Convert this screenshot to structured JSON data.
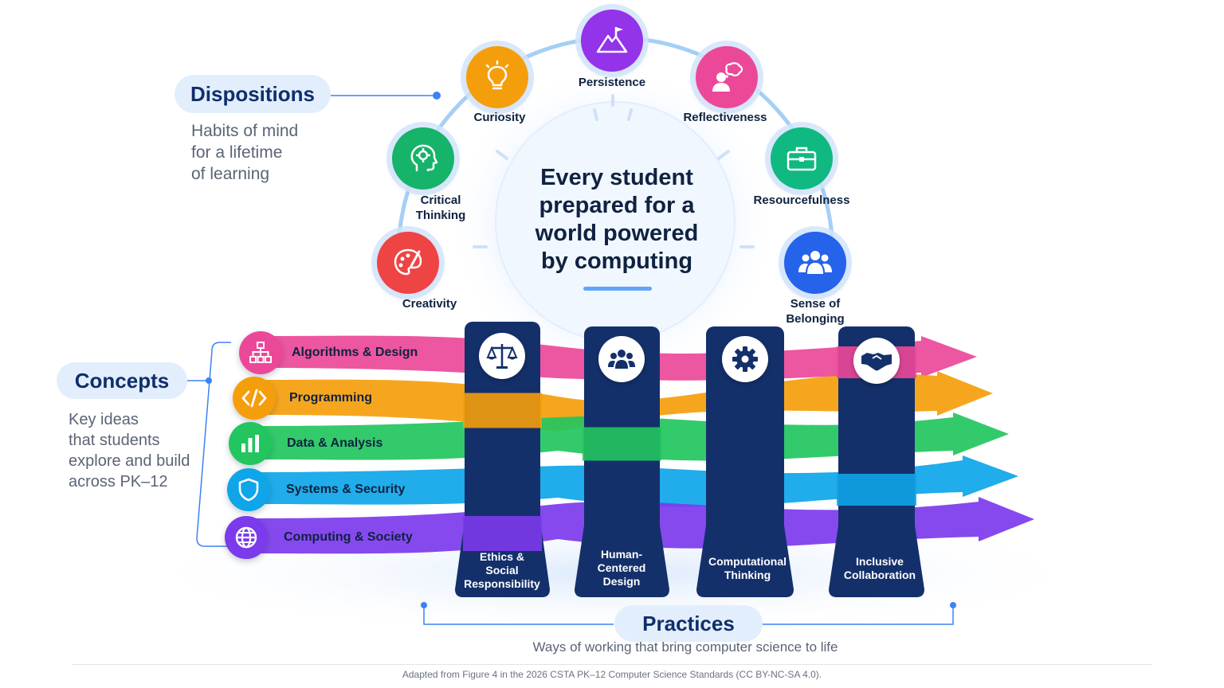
{
  "center_text": "Every student\nprepared for a\nworld powered\nby computing",
  "dispositions": {
    "title": "Dispositions",
    "description": "Habits of mind\nfor a lifetime\nof learning",
    "items": [
      {
        "label": "Creativity",
        "icon": "palette-brush-icon",
        "color": "#ef4444"
      },
      {
        "label": "Critical\nThinking",
        "icon": "head-gear-icon",
        "color": "#16b36a"
      },
      {
        "label": "Curiosity",
        "icon": "lightbulb-icon",
        "color": "#f59e0b"
      },
      {
        "label": "Persistence",
        "icon": "mountain-flag-icon",
        "color": "#9333ea"
      },
      {
        "label": "Reflectiveness",
        "icon": "person-thought-icon",
        "color": "#ec4899"
      },
      {
        "label": "Resourcefulness",
        "icon": "toolbox-icon",
        "color": "#10b981"
      },
      {
        "label": "Sense of\nBelonging",
        "icon": "group-icon",
        "color": "#2563eb"
      }
    ]
  },
  "concepts": {
    "title": "Concepts",
    "description": "Key ideas\nthat students\nexplore and build\nacross PK–12",
    "items": [
      {
        "label": "Algorithms & Design",
        "icon": "flowchart-icon",
        "color": "#ec4899"
      },
      {
        "label": "Programming",
        "icon": "code-brackets-icon",
        "color": "#f59e0b"
      },
      {
        "label": "Data & Analysis",
        "icon": "bar-chart-icon",
        "color": "#22c55e"
      },
      {
        "label": "Systems & Security",
        "icon": "shield-icon",
        "color": "#0ea5e9"
      },
      {
        "label": "Computing & Society",
        "icon": "globe-icon",
        "color": "#7c3aed"
      }
    ]
  },
  "practices": {
    "title": "Practices",
    "description": "Ways of working that bring computer science to life",
    "items": [
      {
        "label": "Ethics &\nSocial\nResponsibility",
        "icon": "scales-icon"
      },
      {
        "label": "Human-\nCentered\nDesign",
        "icon": "people-icon"
      },
      {
        "label": "Computational\nThinking",
        "icon": "gear-icon"
      },
      {
        "label": "Inclusive\nCollaboration",
        "icon": "handshake-icon"
      }
    ],
    "pillar_color": "#14306b"
  },
  "footer": "Adapted from Figure 4 in the 2026 CSTA PK–12 Computer Science Standards (CC BY-NC-SA 4.0)."
}
